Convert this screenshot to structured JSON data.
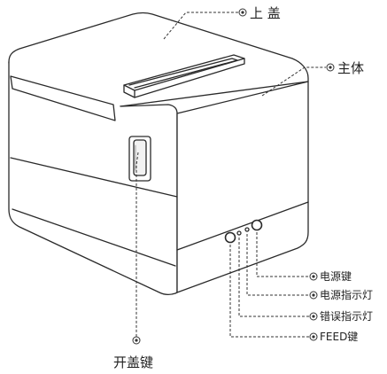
{
  "labels": {
    "top_cover": "上 盖",
    "main_body": "主体",
    "power_key": "电源键",
    "power_led": "电源指示灯",
    "error_led": "错误指示灯",
    "feed_key": "FEED键",
    "cover_open_key": "开盖键"
  },
  "colors": {
    "line": "#2a2a2a",
    "body_fill": "#ffffff"
  }
}
